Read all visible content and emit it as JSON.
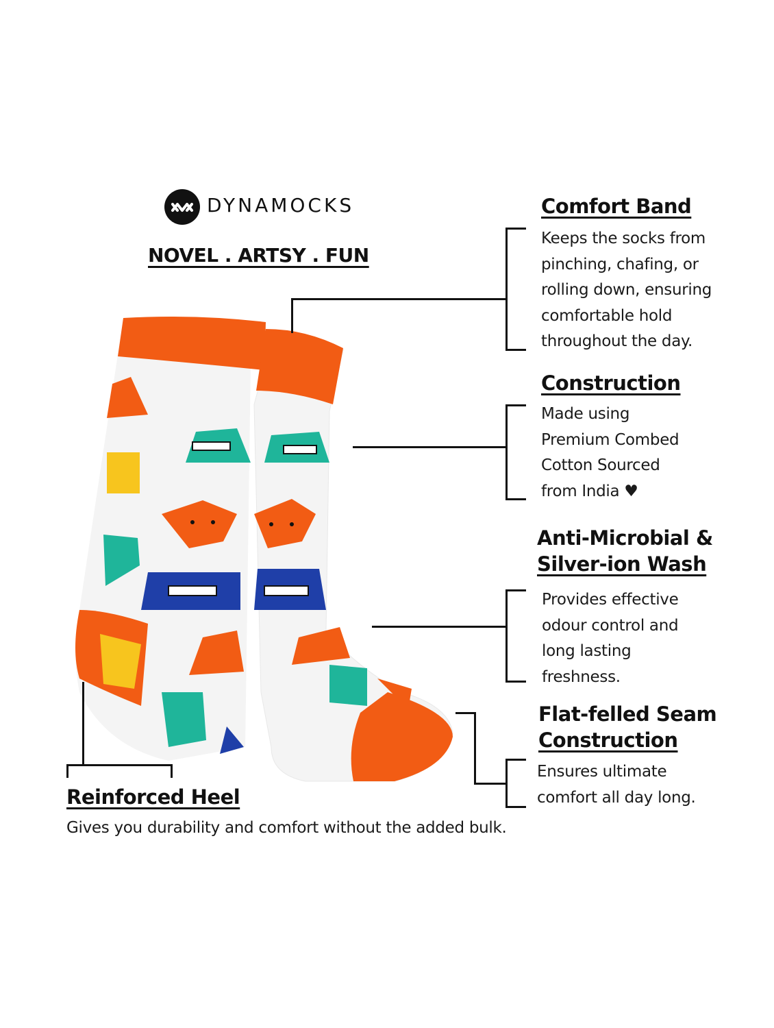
{
  "brand": {
    "name": "DYNAMOCKS",
    "tagline": "NOVEL . ARTSY . FUN",
    "accent_color": "#f25c14"
  },
  "features": {
    "comfort_band": {
      "title": "Comfort Band",
      "lines": [
        "Keeps the socks from",
        "pinching, chafing, or",
        "rolling down, ensuring",
        "comfortable hold",
        "throughout the day."
      ]
    },
    "construction": {
      "title": "Construction",
      "lines": [
        "Made using",
        "Premium Combed",
        "Cotton Sourced",
        "from India ♥"
      ]
    },
    "anti_microbial": {
      "title_lines": [
        "Anti-Microbial &",
        "Silver-ion Wash"
      ],
      "lines": [
        "Provides effective",
        "odour control and",
        "long lasting",
        "freshness."
      ]
    },
    "flat_felled": {
      "title_lines": [
        "Flat-felled Seam",
        "Construction"
      ],
      "lines": [
        "Ensures ultimate",
        "comfort all day long."
      ]
    },
    "reinforced_heel": {
      "title": "Reinforced Heel",
      "text": "Gives you durability and comfort without the added bulk."
    }
  },
  "product_image": {
    "icon": "socks-illustration",
    "colors": {
      "cuff": "#f25c14",
      "body": "#f4f4f4",
      "teal": "#1fb59a",
      "yellow": "#f7c51e",
      "blue": "#1f3fa8"
    }
  }
}
